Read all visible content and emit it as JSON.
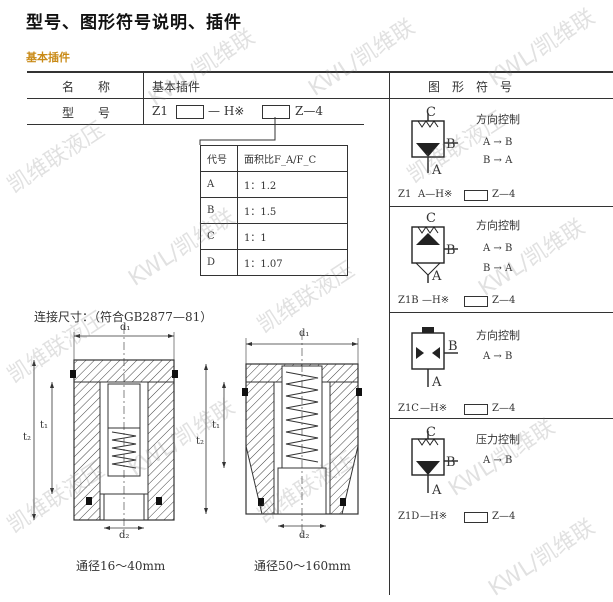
{
  "header": {
    "title": "型号、图形符号说明、插件",
    "section": "基本插件"
  },
  "table": {
    "name_label": "名　　称",
    "name_value": "基本插件",
    "symbol_header": "图　形　符　号",
    "model_label": "型　　号",
    "model_code": {
      "p1": "Z1",
      "p2": "— H※",
      "p3": "Z—4"
    }
  },
  "ratio_table": {
    "headers": [
      "代号",
      "面积比F_A/F_C"
    ],
    "rows": [
      [
        "A",
        "1：1.2"
      ],
      [
        "B",
        "1：1.5"
      ],
      [
        "C",
        "1：1"
      ],
      [
        "D",
        "1：1.07"
      ]
    ]
  },
  "dimensions": {
    "title": "连接尺寸：（符合GB2877—81）",
    "d1": "d₁",
    "d2": "d₂",
    "t1": "t₁",
    "t2": "t₂",
    "caption_left": "通径16～40mm",
    "caption_right": "通径50～160mm"
  },
  "symbols": [
    {
      "title": "方向控制",
      "line1": "A → B",
      "line2": "B → A",
      "code1": "Z1",
      "code2": "A—H※",
      "code3": "Z—4",
      "port_top": "C",
      "port_side": "B",
      "port_bottom": "A"
    },
    {
      "title": "方向控制",
      "line1": "A → B",
      "line2": "B → A",
      "code1": "Z1B",
      "code2": "—H※",
      "code3": "Z—4",
      "port_top": "C",
      "port_side": "B",
      "port_bottom": "A"
    },
    {
      "title": "方向控制",
      "line1": "A → B",
      "line2": "",
      "code1": "Z1C",
      "code2": "—H※",
      "code3": "Z—4",
      "port_top": "",
      "port_side": "B",
      "port_bottom": "A"
    },
    {
      "title": "压力控制",
      "line1": "A → B",
      "line2": "",
      "code1": "Z1D",
      "code2": "—H※",
      "code3": "Z—4",
      "port_top": "C",
      "port_side": "B",
      "port_bottom": "A"
    }
  ],
  "watermark": {
    "text1": "凯维联液压",
    "text2": "KWL/凯维联"
  },
  "colors": {
    "section_accent": "#c98a16",
    "line": "#333333",
    "watermark": "#9a9a9a"
  }
}
